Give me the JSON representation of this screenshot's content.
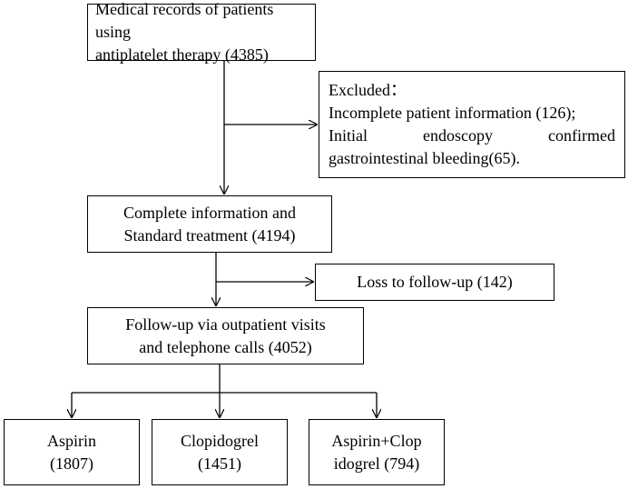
{
  "flowchart": {
    "records": {
      "line1": "Medical records of patients using",
      "line2": "antiplatelet therapy (4385)"
    },
    "excluded": {
      "title": "Excluded：",
      "line1": "Incomplete patient information (126);",
      "line2": "Initial endoscopy confirmed",
      "line3": "gastrointestinal bleeding(65)."
    },
    "complete": {
      "line1": "Complete information and",
      "line2": "Standard treatment (4194)"
    },
    "loss": {
      "label": "Loss to follow-up (142)"
    },
    "followup": {
      "line1": "Follow-up via outpatient visits",
      "line2": "and telephone calls (4052)"
    },
    "groups": [
      {
        "line1": "Aspirin",
        "line2": "(1807)"
      },
      {
        "line1": "Clopidogrel",
        "line2": "(1451)"
      },
      {
        "line1": "Aspirin+Clop",
        "line2": "idogrel (794)"
      }
    ]
  }
}
